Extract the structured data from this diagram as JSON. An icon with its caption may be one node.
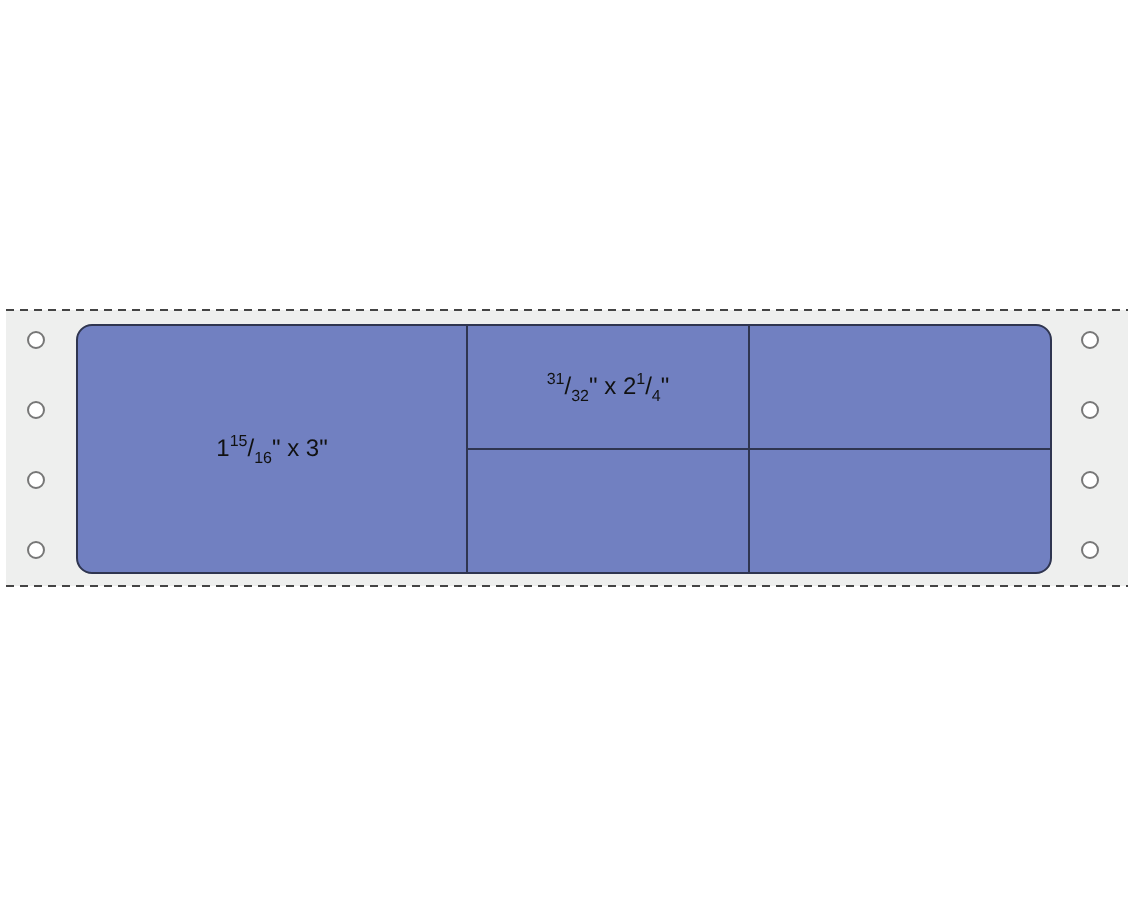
{
  "diagram": {
    "nodes": [
      {
        "text": [
          "1$^{15}$/$_{16}$\" x 3\""
        ]
      },
      {
        "text": [
          "$^{31}$/$_{32}$\" x 2$^{1}$/$_{4}$\""
        ]
      },
      {
        "text": [],
        "shape": "box"
      },
      {
        "text": [],
        "shape": "box"
      },
      {
        "text": [],
        "shape": "box"
      }
    ]
  }
}
